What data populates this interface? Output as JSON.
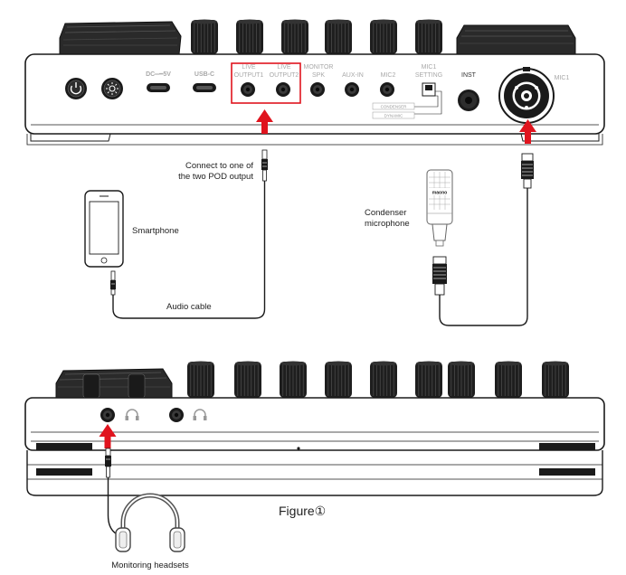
{
  "top_panel": {
    "ports": {
      "dc": "DC═┉5V",
      "usbc": "USB-C",
      "live_output_1_line1": "LIVE",
      "live_output_1_line2": "OUTPUT1",
      "live_output_2_line1": "LIVE",
      "live_output_2_line2": "OUTPUT2",
      "monitor_line1": "MONITOR",
      "monitor_line2": "SPK",
      "aux_in": "AUX-IN",
      "mic2": "MIC2",
      "mic1_setting_line1": "MIC1",
      "mic1_setting_line2": "SETTING",
      "inst": "INST",
      "mic1": "MIC1",
      "switch_top": "CONDENSER",
      "switch_bottom": "DYNAMIC"
    }
  },
  "labels": {
    "connect_line1": "Connect to one of",
    "connect_line2": "the two POD output",
    "smartphone": "Smartphone",
    "audio_cable": "Audio cable",
    "condenser_line1": "Condenser",
    "condenser_line2": "microphone",
    "mic_brand": "maono",
    "figure": "Figure①",
    "monitoring_headsets": "Monitoring headsets"
  },
  "colors": {
    "highlight": "#e0141e",
    "outline": "#1a1a1a",
    "knob": "#1e1e1e"
  }
}
